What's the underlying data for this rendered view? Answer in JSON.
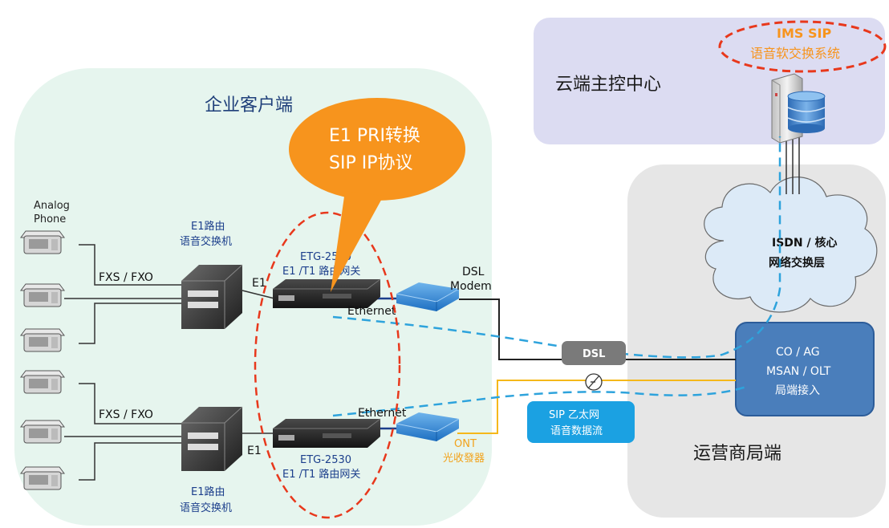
{
  "zones": {
    "enterprise": "企业客户端",
    "cloud": "云端主控中心",
    "operator": "运营商局端"
  },
  "callout": {
    "line1": "E1 PRI转换",
    "line2": "SIP  IP协议",
    "color": "#f7941d"
  },
  "ims": {
    "line1": "IMS SIP",
    "line2": "语音软交换系统",
    "color": "#e8381c"
  },
  "phones": {
    "analog_line1": "Analog",
    "analog_line2": "Phone"
  },
  "pbx_top": {
    "interface": "FXS / FXO",
    "e1": "E1",
    "label_line1": "E1路由",
    "label_line2": "语音交换机"
  },
  "pbx_bottom": {
    "interface": "FXS / FXO",
    "e1": "E1",
    "label_line1": "E1路由",
    "label_line2": "语音交换机"
  },
  "gateway_top": {
    "model": "ETG-2530",
    "desc": "E1 /T1 路由网关",
    "ethernet": "Ethernet"
  },
  "gateway_bottom": {
    "model": "ETG-2530",
    "desc": "E1 /T1 路由网关",
    "ethernet": "Ethernet"
  },
  "modem": {
    "line1": "DSL",
    "line2": "Modem"
  },
  "ont": {
    "line1": "ONT",
    "line2": "光收發器"
  },
  "dsl_box": "DSL",
  "sip_stream": {
    "line1": "SIP 乙太网",
    "line2": "语音数据流",
    "color": "#1ba1e2"
  },
  "cloud_network": {
    "line1": "ISDN / 核心",
    "line2": "网络交换层"
  },
  "access": {
    "line1": "CO / AG",
    "line2": "MSAN / OLT",
    "line3": "局端接入",
    "color": "#4a7ebb"
  },
  "colors": {
    "enterprise_bg": "#e6f5ee",
    "cloud_bg": "#dcdcf2",
    "operator_bg": "#e6e6e6",
    "dashed_blue": "#2ea3dc",
    "fiber_yellow": "#f5b81a",
    "red_dash": "#e8381c"
  }
}
